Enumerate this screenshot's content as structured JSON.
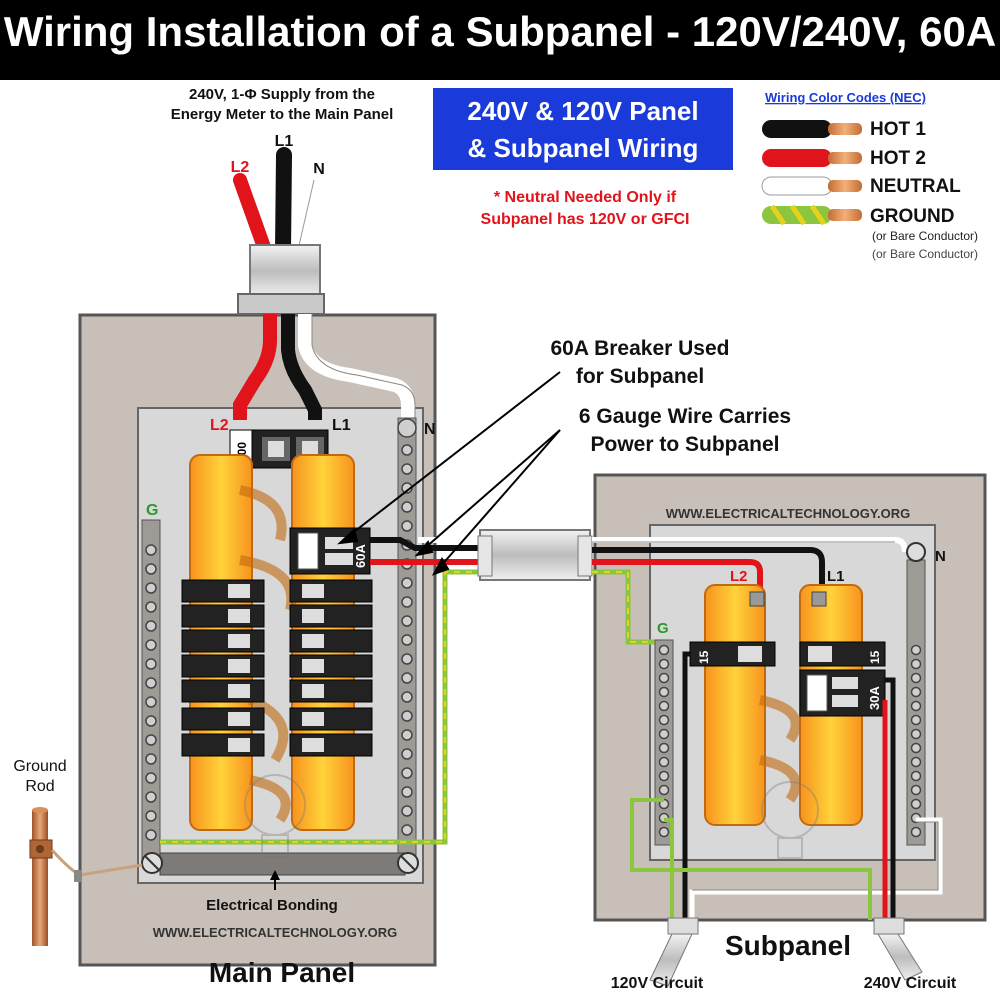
{
  "title": "Wiring Installation of a Subpanel - 120V/240V, 60A",
  "supply": {
    "line1": "240V, 1-Φ Supply from the",
    "line2": "Energy Meter to the Main Panel",
    "l1": "L1",
    "l2": "L2",
    "n": "N"
  },
  "banner": {
    "line1": "240V & 120V Panel",
    "line2": "& Subpanel Wiring",
    "bg_color": "#1a3ad9"
  },
  "neutral_note": {
    "line1": "* Neutral Needed Only if",
    "line2": "Subpanel has 120V or GFCI"
  },
  "legend": {
    "title": "Wiring Color Codes (NEC)",
    "items": [
      {
        "label": "HOT 1",
        "color": "#111111"
      },
      {
        "label": "HOT 2",
        "color": "#e0141a"
      },
      {
        "label": "NEUTRAL",
        "color": "#ffffff"
      },
      {
        "label": "GROUND",
        "color": "#8cc63f"
      }
    ],
    "ground_sub1": "(or Bare Conductor)",
    "ground_sub2": "(or Bare Conductor)"
  },
  "callouts": {
    "breaker_line1": "60A Breaker Used",
    "breaker_line2": "for Subpanel",
    "wire_line1": "6 Gauge Wire Carries",
    "wire_line2": "Power to Subpanel"
  },
  "main_panel": {
    "caption": "Main Panel",
    "l1": "L1",
    "l2": "L2",
    "n": "N",
    "g": "G",
    "main_breaker": "200",
    "sub_breaker": "60A",
    "bonding": "Electrical Bonding",
    "website": "WWW.ELECTRICALTECHNOLOGY.ORG"
  },
  "ground_rod": {
    "line1": "Ground",
    "line2": "Rod"
  },
  "subpanel": {
    "caption": "Subpanel",
    "l1": "L1",
    "l2": "L2",
    "n": "N",
    "g": "G",
    "breaker_15a": "15",
    "breaker_15b": "15",
    "breaker_30": "30A",
    "website": "WWW.ELECTRICALTECHNOLOGY.ORG"
  },
  "circuits": {
    "c120": "120V Circuit",
    "c240": "240V Circuit"
  }
}
